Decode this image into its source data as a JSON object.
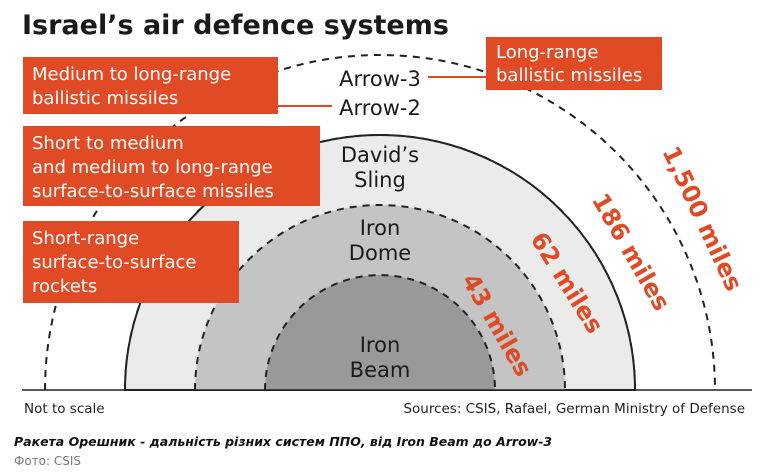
{
  "title": "Israel’s air defence systems",
  "colors": {
    "accent": "#e04a24",
    "iron_beam": "#999999",
    "iron_dome": "#c4c4c4",
    "davids_sling": "#ebebeb"
  },
  "systems": {
    "arrow3": "Arrow-3",
    "arrow2": "Arrow-2",
    "davids_sling": [
      "David’s",
      "Sling"
    ],
    "iron_dome": [
      "Iron",
      "Dome"
    ],
    "iron_beam": [
      "Iron",
      "Beam"
    ]
  },
  "distances": {
    "d43": "43 miles",
    "d62": "62 miles",
    "d186": "186 miles",
    "d1500": "1,500 miles"
  },
  "threats": {
    "long_range": [
      "Long-range",
      "ballistic missiles"
    ],
    "medium_long": [
      "Medium to long-range",
      "ballistic missiles"
    ],
    "short_medium": [
      "Short to medium",
      "and medium to long-range",
      "surface-to-surface missiles"
    ],
    "short_range": [
      "Short-range",
      "surface-to-surface",
      "rockets"
    ]
  },
  "footer": {
    "scale_note": "Not to scale",
    "sources": "Sources: CSIS, Rafael, German Ministry of Defense"
  },
  "caption": "Ракета Орешник - дальність різних систем ППО, від Iron Beam до Arrow-3",
  "credit": "Фото: CSIS"
}
